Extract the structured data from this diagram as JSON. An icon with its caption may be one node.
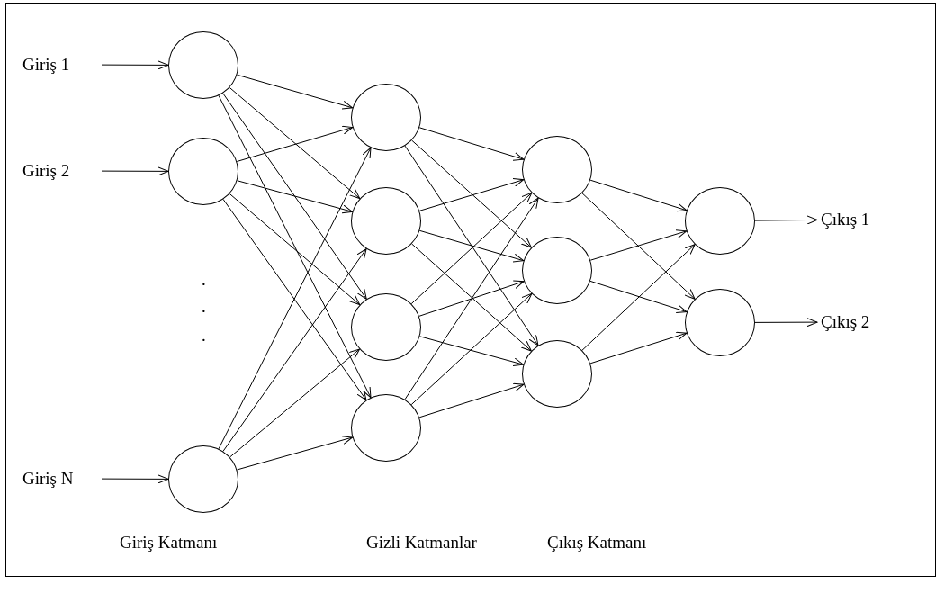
{
  "diagram": {
    "nodes": [
      {
        "text": [
          "Giriş 1"
        ]
      },
      {
        "text": [
          "Giriş 2"
        ]
      },
      {
        "text": [
          "Giriş N"
        ]
      },
      {
        "text": [],
        "shape": "circle"
      },
      {
        "text": [],
        "shape": "circle"
      },
      {
        "text": [],
        "shape": "circle"
      },
      {
        "text": [],
        "shape": "circle"
      },
      {
        "text": [],
        "shape": "circle"
      },
      {
        "text": [],
        "shape": "circle"
      },
      {
        "text": [],
        "shape": "circle"
      },
      {
        "text": [],
        "shape": "circle"
      },
      {
        "text": [],
        "shape": "circle"
      },
      {
        "text": [],
        "shape": "circle"
      },
      {
        "text": [],
        "shape": "circle"
      },
      {
        "text": [],
        "shape": "circle"
      },
      {
        "text": [
          "Çıkış 1"
        ]
      },
      {
        "text": [
          "Çıkış 2"
        ]
      }
    ],
    "edges": [
      {
        "from": 0,
        "to": 3,
        "arrow": "to"
      },
      {
        "from": 1,
        "to": 4,
        "arrow": "to"
      },
      {
        "from": 2,
        "to": 5,
        "arrow": "to"
      },
      {
        "from": 3,
        "to": 6,
        "arrow": "to"
      },
      {
        "from": 3,
        "to": 7,
        "arrow": "to"
      },
      {
        "from": 3,
        "to": 8,
        "arrow": "to"
      },
      {
        "from": 3,
        "to": 9,
        "arrow": "to"
      },
      {
        "from": 4,
        "to": 6,
        "arrow": "to"
      },
      {
        "from": 4,
        "to": 7,
        "arrow": "to"
      },
      {
        "from": 4,
        "to": 8,
        "arrow": "to"
      },
      {
        "from": 4,
        "to": 9,
        "arrow": "to"
      },
      {
        "from": 5,
        "to": 6,
        "arrow": "to"
      },
      {
        "from": 5,
        "to": 7,
        "arrow": "to"
      },
      {
        "from": 5,
        "to": 8,
        "arrow": "to"
      },
      {
        "from": 5,
        "to": 9,
        "arrow": "to"
      },
      {
        "from": 6,
        "to": 10,
        "arrow": "to"
      },
      {
        "from": 6,
        "to": 11,
        "arrow": "to"
      },
      {
        "from": 6,
        "to": 12,
        "arrow": "to"
      },
      {
        "from": 7,
        "to": 10,
        "arrow": "to"
      },
      {
        "from": 7,
        "to": 11,
        "arrow": "to"
      },
      {
        "from": 7,
        "to": 12,
        "arrow": "to"
      },
      {
        "from": 8,
        "to": 10,
        "arrow": "to"
      },
      {
        "from": 8,
        "to": 11,
        "arrow": "to"
      },
      {
        "from": 8,
        "to": 12,
        "arrow": "to"
      },
      {
        "from": 9,
        "to": 10,
        "arrow": "to"
      },
      {
        "from": 9,
        "to": 11,
        "arrow": "to"
      },
      {
        "from": 9,
        "to": 12,
        "arrow": "to"
      },
      {
        "from": 10,
        "to": 13,
        "arrow": "to"
      },
      {
        "from": 10,
        "to": 14,
        "arrow": "to"
      },
      {
        "from": 11,
        "to": 13,
        "arrow": "to"
      },
      {
        "from": 11,
        "to": 14,
        "arrow": "to"
      },
      {
        "from": 12,
        "to": 13,
        "arrow": "to"
      },
      {
        "from": 12,
        "to": 14,
        "arrow": "to"
      },
      {
        "from": 13,
        "to": 15,
        "arrow": "to"
      },
      {
        "from": 14,
        "to": 16,
        "arrow": "to"
      }
    ],
    "labels": [
      ".",
      ".",
      ".",
      "Giriş Katmanı",
      "Gizli Katmanlar",
      "Çıkış Katmanı"
    ]
  }
}
